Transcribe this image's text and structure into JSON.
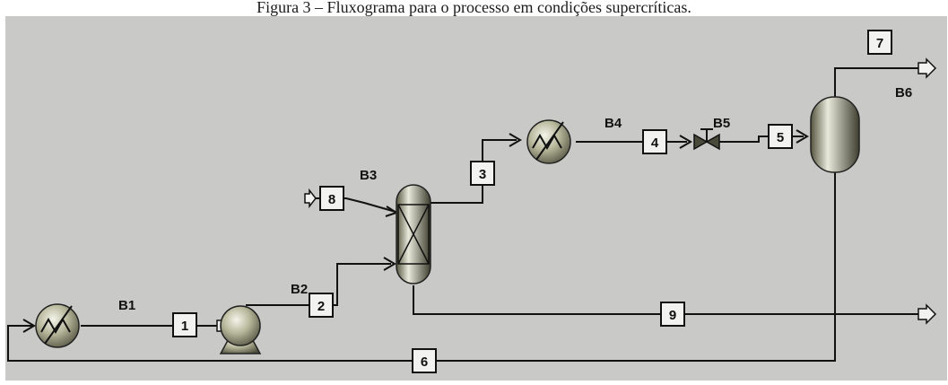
{
  "caption": "Figura 3 – Fluxograma para o processo em condições supercríticas.",
  "colors": {
    "background": "#c9c9c7",
    "line": "#111111",
    "equipment": "#8a8a6e"
  },
  "blocks": {
    "b1": "B1",
    "b2": "B2",
    "b3": "B3",
    "b4": "B4",
    "b5": "B5",
    "b6": "B6"
  },
  "streams": {
    "s1": "1",
    "s2": "2",
    "s3": "3",
    "s4": "4",
    "s5": "5",
    "s6": "6",
    "s7": "7",
    "s8": "8",
    "s9": "9"
  }
}
